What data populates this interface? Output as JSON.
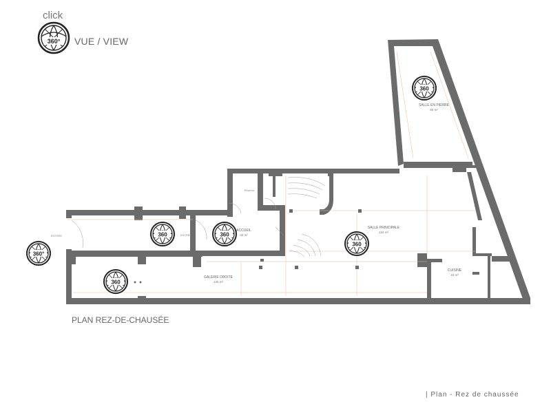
{
  "header": {
    "click_label": "click",
    "view_label": "VUE / VIEW",
    "main_icon_text": "360°"
  },
  "plan": {
    "title": "PLAN REZ-DE-CHAUSÉE",
    "footer": "| Plan - Rez de chaussée",
    "rooms": {
      "salle_en_pierre": {
        "name": "SALLE EN PIERRE",
        "area": "80 m²"
      },
      "salle_principale": {
        "name": "SALLE PRINCIPALE",
        "area": "134 m²"
      },
      "accueil": {
        "name": "ACCUEIL",
        "area": "42 m²"
      },
      "galerie_droite": {
        "name": "GALERIE DROITE",
        "area": "135 m²"
      },
      "cuisine": {
        "name": "CUISINE",
        "area": "15 m²"
      },
      "entree_left": "ENTRÉE",
      "entree_right": "ENTRÉE",
      "reserve": "Réserve"
    },
    "panoramas": [
      {
        "id": "salle-en-pierre",
        "label": "360"
      },
      {
        "id": "accueil",
        "label": "360"
      },
      {
        "id": "entree-hall",
        "label": "360"
      },
      {
        "id": "salle-principale",
        "label": "360"
      },
      {
        "id": "galerie-droite",
        "label": "360"
      },
      {
        "id": "street-entrance",
        "label": "360°"
      }
    ]
  },
  "colors": {
    "wall": "#6b6b6b",
    "dimension": "#e8b7a0",
    "text": "#555555"
  }
}
